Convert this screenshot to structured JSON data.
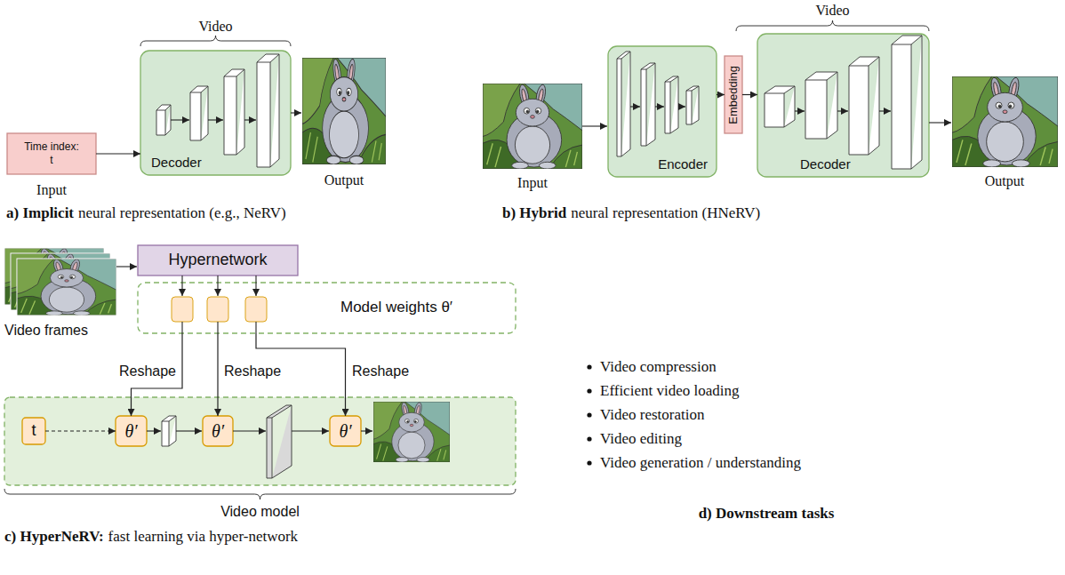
{
  "diagram": {
    "nodes": [
      {
        "text": [
          "Time index: t"
        ]
      },
      {
        "text": [
          "Decoder"
        ]
      },
      {
        "text": [
          "Encoder"
        ]
      },
      {
        "text": [
          "Embedding"
        ]
      },
      {
        "text": [
          "Decoder"
        ]
      },
      {
        "text": [
          "Hypernetwork"
        ]
      },
      {
        "text": [
          "Model weights θ′"
        ]
      },
      {
        "text": [
          "t"
        ]
      },
      {
        "text": [
          "θ′"
        ]
      },
      {
        "text": [
          "θ′"
        ]
      },
      {
        "text": [
          "θ′"
        ]
      }
    ],
    "edges": [
      {
        "from": 0,
        "to": 1,
        "arrow": "to"
      },
      {
        "from": 2,
        "to": 3,
        "arrow": "to"
      },
      {
        "from": 3,
        "to": 4,
        "arrow": "to"
      },
      {
        "from": 6,
        "to": 8,
        "label": "Reshape",
        "arrow": "to"
      },
      {
        "from": 6,
        "to": 9,
        "label": "Reshape",
        "arrow": "to"
      },
      {
        "from": 6,
        "to": 10,
        "label": "Reshape",
        "arrow": "to"
      },
      {
        "from": 7,
        "to": 8,
        "arrow": "to"
      }
    ],
    "labels": [
      "Video",
      "Input",
      "Output",
      "a) Implicit",
      "neural representation (e.g., NeRV)",
      "Input",
      "Video",
      "Output",
      "b) Hybrid",
      "neural representation (HNeRV)",
      "Video frames",
      "Video model",
      "c) HyperNeRV:",
      "fast learning via hyper-network",
      "Video compression",
      "Efficient video loading",
      "Video restoration",
      "Video editing",
      "Video generation / understanding",
      "d) Downstream tasks"
    ]
  }
}
